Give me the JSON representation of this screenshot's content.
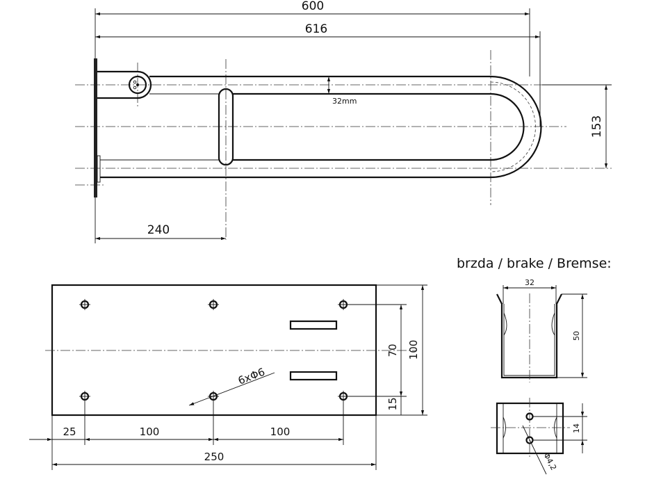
{
  "top_view": {
    "dim_overall_600": "600",
    "dim_overall_616": "616",
    "dim_tube": "32mm",
    "dim_height_153": "153",
    "dim_grip_240": "240"
  },
  "plate_view": {
    "holes_label": "6xΦ6",
    "dim_70": "70",
    "dim_100_v": "100",
    "dim_15": "15",
    "dim_25": "25",
    "dim_100_a": "100",
    "dim_100_b": "100",
    "dim_250": "250"
  },
  "brake_view": {
    "title": "brzda / brake / Bremse:",
    "dim_32": "32",
    "dim_50": "50",
    "dim_14": "14",
    "dim_hole": "Φ4,2"
  }
}
